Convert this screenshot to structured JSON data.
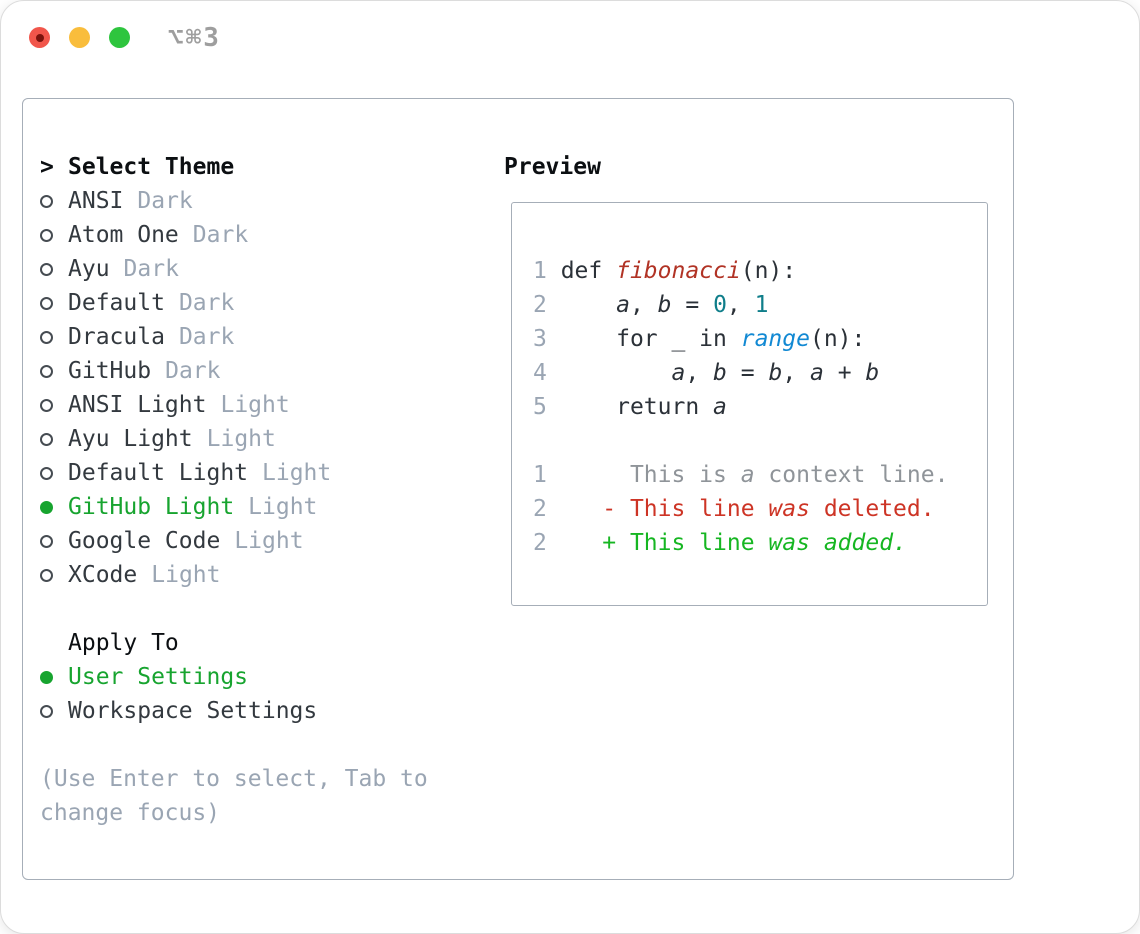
{
  "titlebar": {
    "title": "⌥⌘3"
  },
  "theme_picker": {
    "prompt": ">",
    "header": "Select Theme",
    "items": [
      {
        "name": "ANSI",
        "variant": "Dark",
        "selected": false
      },
      {
        "name": "Atom One",
        "variant": "Dark",
        "selected": false
      },
      {
        "name": "Ayu",
        "variant": "Dark",
        "selected": false
      },
      {
        "name": "Default",
        "variant": "Dark",
        "selected": false
      },
      {
        "name": "Dracula",
        "variant": "Dark",
        "selected": false
      },
      {
        "name": "GitHub",
        "variant": "Dark",
        "selected": false
      },
      {
        "name": "ANSI Light",
        "variant": "Light",
        "selected": false
      },
      {
        "name": "Ayu Light",
        "variant": "Light",
        "selected": false
      },
      {
        "name": "Default Light",
        "variant": "Light",
        "selected": false
      },
      {
        "name": "GitHub Light",
        "variant": "Light",
        "selected": true
      },
      {
        "name": "Google Code",
        "variant": "Light",
        "selected": false
      },
      {
        "name": "XCode",
        "variant": "Light",
        "selected": false
      }
    ],
    "apply_to": {
      "header": "Apply To",
      "options": [
        {
          "name": "User Settings",
          "selected": true
        },
        {
          "name": "Workspace Settings",
          "selected": false
        }
      ]
    },
    "hint_lines": [
      "(Use Enter to select, Tab to",
      "change focus)"
    ]
  },
  "preview": {
    "header": "Preview",
    "lines": [
      {
        "num": "1",
        "segs": [
          {
            "t": "def ",
            "s": "code"
          },
          {
            "t": "fibonacci",
            "s": "func"
          },
          {
            "t": "(n):",
            "s": "code"
          }
        ]
      },
      {
        "num": "2",
        "segs": [
          {
            "t": "    ",
            "s": "code"
          },
          {
            "t": "a",
            "s": "var"
          },
          {
            "t": ", ",
            "s": "code"
          },
          {
            "t": "b",
            "s": "var"
          },
          {
            "t": " = ",
            "s": "code"
          },
          {
            "t": "0",
            "s": "num"
          },
          {
            "t": ", ",
            "s": "code"
          },
          {
            "t": "1",
            "s": "num"
          }
        ]
      },
      {
        "num": "3",
        "segs": [
          {
            "t": "    for _ in ",
            "s": "code"
          },
          {
            "t": "range",
            "s": "builtin"
          },
          {
            "t": "(n):",
            "s": "code"
          }
        ]
      },
      {
        "num": "4",
        "segs": [
          {
            "t": "        ",
            "s": "code"
          },
          {
            "t": "a",
            "s": "var"
          },
          {
            "t": ", ",
            "s": "code"
          },
          {
            "t": "b",
            "s": "var"
          },
          {
            "t": " = ",
            "s": "code"
          },
          {
            "t": "b",
            "s": "var"
          },
          {
            "t": ", ",
            "s": "code"
          },
          {
            "t": "a",
            "s": "var"
          },
          {
            "t": " + ",
            "s": "code"
          },
          {
            "t": "b",
            "s": "var"
          }
        ]
      },
      {
        "num": "5",
        "segs": [
          {
            "t": "    return ",
            "s": "code"
          },
          {
            "t": "a",
            "s": "var"
          }
        ]
      },
      {
        "num": "",
        "segs": []
      },
      {
        "num": "1",
        "segs": [
          {
            "t": "     This is ",
            "s": "context"
          },
          {
            "t": "a",
            "s": "context-em"
          },
          {
            "t": " context line.",
            "s": "context"
          }
        ]
      },
      {
        "num": "2",
        "segs": [
          {
            "t": "   - This line ",
            "s": "del"
          },
          {
            "t": "was",
            "s": "del-em"
          },
          {
            "t": " deleted.",
            "s": "del"
          }
        ]
      },
      {
        "num": "2",
        "segs": [
          {
            "t": "   + This line ",
            "s": "add"
          },
          {
            "t": "was",
            "s": "add-em"
          },
          {
            "t": " ",
            "s": "add"
          },
          {
            "t": "added.",
            "s": "add-em"
          }
        ]
      }
    ]
  },
  "colors": {
    "green": "#17a42f",
    "muted": "#9aa5b3",
    "text": "#33393f",
    "headerText": "#0c0f12",
    "panelBorder": "#a6aeb8",
    "codePlain": "#2b3138",
    "funcRed": "#b13325",
    "numberTeal": "#0f7e8a",
    "builtinBlue": "#1289d3",
    "contextGray": "#8f9499",
    "deletedRed": "#cd3425",
    "addedGreen": "#16b622",
    "tlClose": "#f1564b",
    "tlCloseDot": "#7a130d",
    "tlMin": "#f9bd3c",
    "tlZoom": "#2ec53e",
    "titleGray": "#9e9e9e"
  }
}
